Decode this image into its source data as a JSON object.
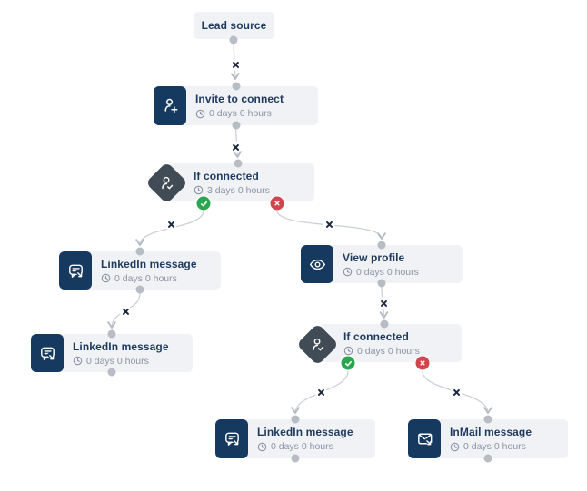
{
  "workflow": {
    "nodes": [
      {
        "id": "lead-source",
        "type": "source",
        "title": "Lead source"
      },
      {
        "id": "invite-to-connect",
        "type": "action",
        "icon": "person-add-icon",
        "title": "Invite to connect",
        "delay": "0 days 0 hours"
      },
      {
        "id": "if-connected-1",
        "type": "condition",
        "icon": "person-check-icon",
        "title": "If connected",
        "delay": "3 days 0 hours"
      },
      {
        "id": "linkedin-message-1",
        "type": "action",
        "icon": "chat-message-icon",
        "title": "LinkedIn message",
        "delay": "0 days 0 hours"
      },
      {
        "id": "linkedin-message-2",
        "type": "action",
        "icon": "chat-message-icon",
        "title": "LinkedIn message",
        "delay": "0 days 0 hours"
      },
      {
        "id": "view-profile",
        "type": "action",
        "icon": "eye-icon",
        "title": "View profile",
        "delay": "0 days 0 hours"
      },
      {
        "id": "if-connected-2",
        "type": "condition",
        "icon": "person-check-icon",
        "title": "If connected",
        "delay": "0 days 0 hours"
      },
      {
        "id": "linkedin-message-3",
        "type": "action",
        "icon": "chat-message-icon",
        "title": "LinkedIn message",
        "delay": "0 days 0 hours"
      },
      {
        "id": "inmail-message",
        "type": "action",
        "icon": "mail-arrow-icon",
        "title": "InMail message",
        "delay": "0 days 0 hours"
      }
    ],
    "edges": [
      {
        "from": "lead-source",
        "to": "invite-to-connect"
      },
      {
        "from": "invite-to-connect",
        "to": "if-connected-1"
      },
      {
        "from": "if-connected-1",
        "branch": "yes",
        "to": "linkedin-message-1"
      },
      {
        "from": "if-connected-1",
        "branch": "no",
        "to": "view-profile"
      },
      {
        "from": "linkedin-message-1",
        "to": "linkedin-message-2"
      },
      {
        "from": "view-profile",
        "to": "if-connected-2"
      },
      {
        "from": "if-connected-2",
        "branch": "yes",
        "to": "linkedin-message-3"
      },
      {
        "from": "if-connected-2",
        "branch": "no",
        "to": "inmail-message"
      }
    ]
  },
  "colors": {
    "node_background": "#f0f2f5",
    "icon_navy": "#16395f",
    "condition_diamond": "#414b55",
    "title_text": "#1e3a5f",
    "delay_text": "#8b94a3",
    "edge_line": "#ccd1d8",
    "port_dot": "#b7bdc5",
    "branch_yes_green": "#2aa64e",
    "branch_no_red": "#d2454e"
  }
}
